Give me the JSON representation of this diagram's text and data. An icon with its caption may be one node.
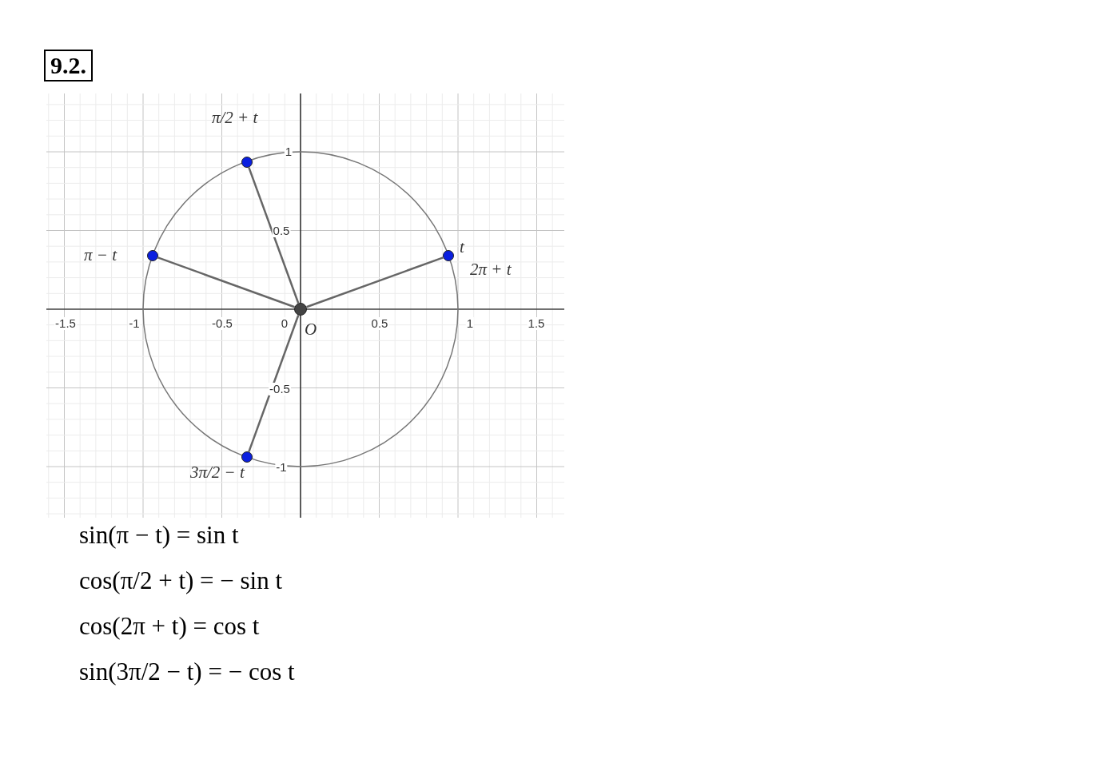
{
  "diagram": {
    "title": "9.2.",
    "nodes": [
      {
        "text": [],
        "shape": "circle",
        "beside": [
          "O"
        ]
      },
      {
        "text": [],
        "shape": "circle",
        "beside": [
          "π/2 + t"
        ]
      },
      {
        "text": [],
        "shape": "circle",
        "beside": [
          "π − t"
        ]
      },
      {
        "text": [],
        "shape": "circle",
        "beside": [
          "t",
          "2π + t"
        ]
      },
      {
        "text": [],
        "shape": "circle",
        "beside": [
          "3π/2 − t"
        ]
      }
    ],
    "edges": [
      {
        "from": 0,
        "to": 1,
        "arrow": "none"
      },
      {
        "from": 0,
        "to": 2,
        "arrow": "none"
      },
      {
        "from": 0,
        "to": 3,
        "arrow": "none"
      },
      {
        "from": 0,
        "to": 4,
        "arrow": "none"
      }
    ],
    "labels": [
      "-1.5",
      "-1",
      "-0.5",
      "0",
      "0.5",
      "1",
      "1.5",
      "1",
      "0.5",
      "-0.5",
      "-1",
      "sin(π − t) = sin t",
      "cos(π/2 + t) = − sin t",
      "cos(2π + t) = cos t",
      "sin(3π/2 − t) = − cos t"
    ]
  }
}
